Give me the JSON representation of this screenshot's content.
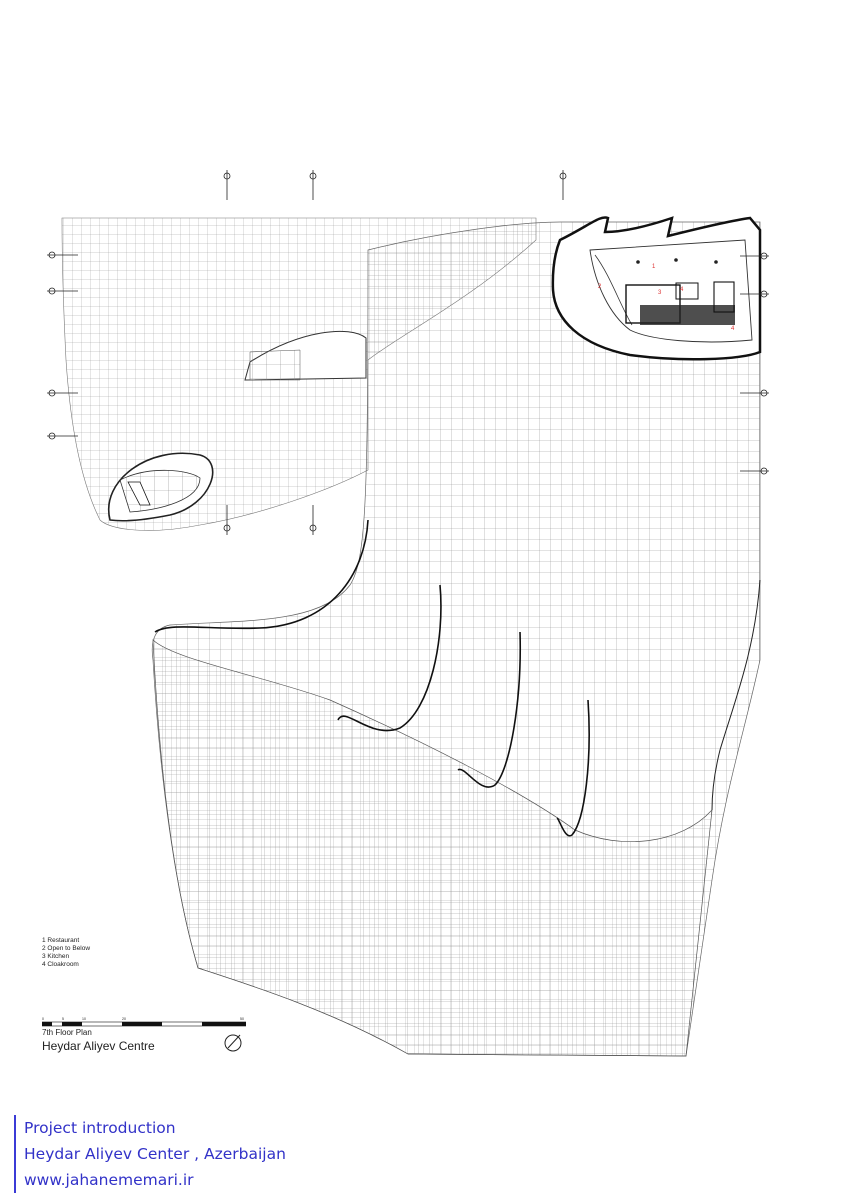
{
  "legend": {
    "items": [
      "1 Restaurant",
      "2 Open to Below",
      "3 Kitchen",
      "4 Cloakroom"
    ]
  },
  "scale_bar": {
    "ticks": [
      "0",
      "5",
      "10",
      "20",
      "50"
    ]
  },
  "plan": {
    "floor_title": "7th Floor Plan",
    "building_title": "Heydar Aliyev Centre",
    "room_numbers": [
      "1",
      "2",
      "3",
      "4",
      "4"
    ]
  },
  "footer": {
    "line1": "Project introduction",
    "line2": "Heydar Aliyev Center , Azerbaijan",
    "line3": "www.jahanememari.ir"
  },
  "colors": {
    "footer_text": "#3232c8",
    "room_labels": "#d33333",
    "grid": "#9a9a9a"
  }
}
